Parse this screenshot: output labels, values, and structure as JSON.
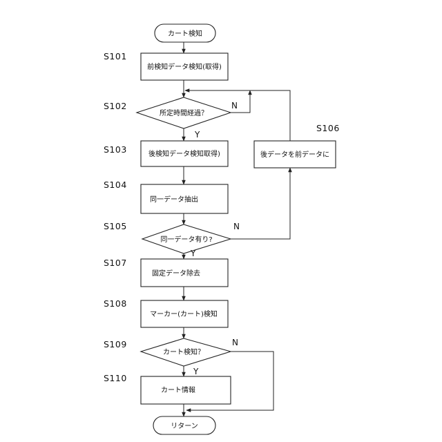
{
  "flowchart": {
    "nodes": {
      "start": {
        "label": "カート検知"
      },
      "s101": {
        "label": "前検知データ検知(取得)"
      },
      "s102": {
        "label": "所定時間経過？"
      },
      "s103": {
        "label": "後検知データ検知取得)"
      },
      "s104": {
        "label": "同一データ抽出"
      },
      "s105": {
        "label": "同一データ有り?"
      },
      "s106": {
        "label": "後データを前データに"
      },
      "s107": {
        "label": "固定データ除去"
      },
      "s108": {
        "label": "マーカー(カート)検知"
      },
      "s109": {
        "label": "カート検知？"
      },
      "s110": {
        "label": "カート情報"
      },
      "end": {
        "label": "リターン"
      }
    },
    "step_labels": {
      "s101": "S101",
      "s102": "S102",
      "s103": "S103",
      "s104": "S104",
      "s105": "S105",
      "s106": "S106",
      "s107": "S107",
      "s108": "S108",
      "s109": "S109",
      "s110": "S110"
    },
    "branch_labels": {
      "s102_yes": "Y",
      "s102_no": "N",
      "s105_yes": "Y",
      "s105_no": "N",
      "s109_yes": "Y",
      "s109_no": "N"
    }
  }
}
